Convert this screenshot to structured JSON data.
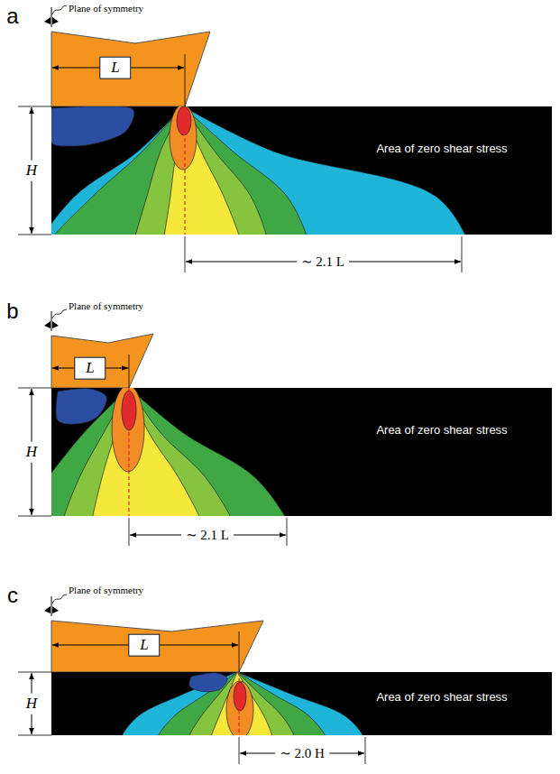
{
  "diagram": {
    "labels": [
      "a",
      "Plane of symmetry",
      "L",
      "H",
      "∼ 2.1 L",
      "Area of zero shear stress",
      "b",
      "Plane of symmetry",
      "L",
      "H",
      "∼ 2.1 L",
      "Area of zero shear stress",
      "c",
      "Plane of symmetry",
      "L",
      "H",
      "∼ 2.0 H",
      "Area of zero shear stress"
    ]
  }
}
